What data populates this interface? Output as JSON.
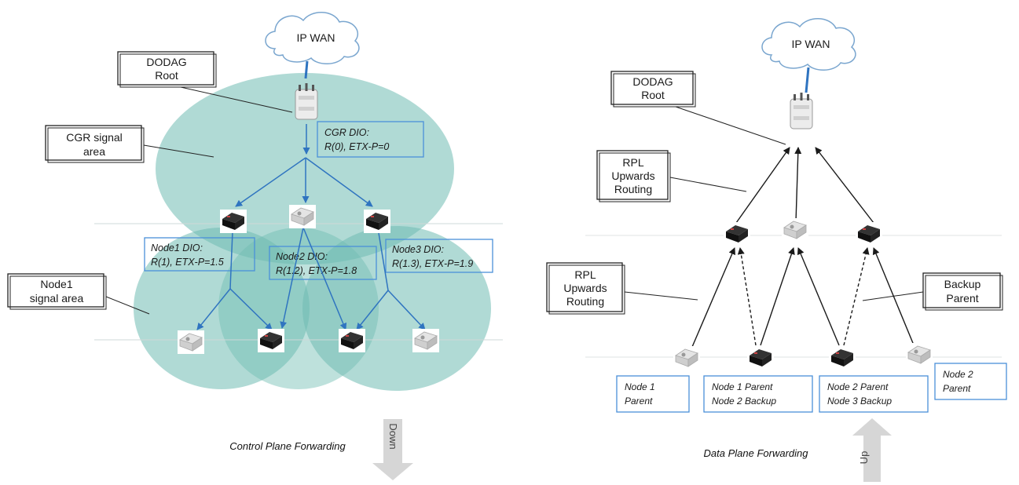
{
  "colors": {
    "signal_area": "#6fbcb2",
    "arrow_blue": "#2f74c0",
    "box_blue": "#4a90d9",
    "arrow_black": "#1a1a1a",
    "direction_arrow": "#d6d6d6"
  },
  "left": {
    "cloud": "IP WAN",
    "root_callout": {
      "line1": "DODAG",
      "line2": "Root"
    },
    "cgr_callout": {
      "line1": "CGR signal",
      "line2": "area"
    },
    "node1_callout": {
      "line1": "Node1",
      "line2": "signal area"
    },
    "cgr_dio": {
      "line1": "CGR DIO:",
      "line2": "R(0), ETX-P=0"
    },
    "node1_dio": {
      "line1": "Node1 DIO:",
      "line2": "R(1), ETX-P=1.5"
    },
    "node2_dio": {
      "line1": "Node2 DIO:",
      "line2": "R(1.2), ETX-P=1.8"
    },
    "node3_dio": {
      "line1": "Node3 DIO:",
      "line2": "R(1.3), ETX-P=1.9"
    },
    "caption": "Control Plane Forwarding",
    "direction": "Down"
  },
  "right": {
    "cloud": "IP WAN",
    "root_callout": {
      "line1": "DODAG",
      "line2": "Root"
    },
    "rpl_callout_1": {
      "line1": "RPL",
      "line2": "Upwards",
      "line3": "Routing"
    },
    "rpl_callout_2": {
      "line1": "RPL",
      "line2": "Upwards",
      "line3": "Routing"
    },
    "backup_callout": {
      "line1": "Backup",
      "line2": "Parent"
    },
    "box1": {
      "line1": "Node 1",
      "line2": "Parent"
    },
    "box2": {
      "line1": "Node 1 Parent",
      "line2": "Node 2 Backup"
    },
    "box3": {
      "line1": "Node 2 Parent",
      "line2": "Node 3 Backup"
    },
    "box4": {
      "line1": "Node 2",
      "line2": "Parent"
    },
    "caption": "Data Plane Forwarding",
    "direction": "Up"
  }
}
